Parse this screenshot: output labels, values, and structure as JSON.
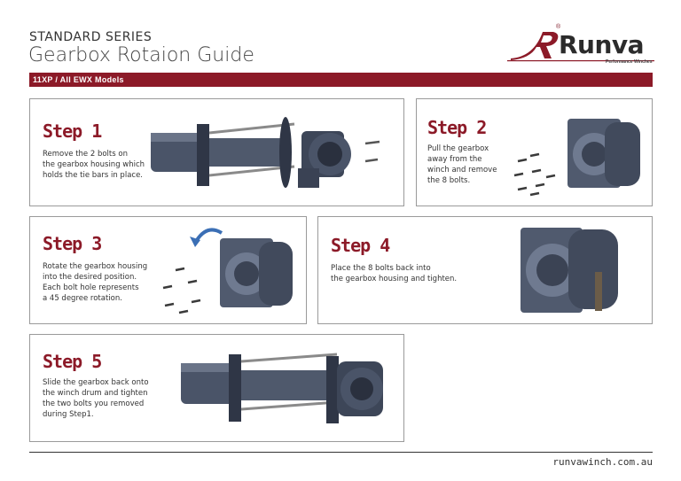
{
  "header": {
    "series": "STANDARD SERIES",
    "title": "Gearbox Rotaion Guide",
    "banner": "11XP  /  All EWX Models"
  },
  "logo": {
    "brand": "Runva",
    "tagline": "Performance Winches",
    "registered": "®",
    "brand_color": "#8c1a28"
  },
  "steps": [
    {
      "title": "Step 1",
      "text": "Remove the 2 bolts on\nthe gearbox housing which\nholds the tie bars in place.",
      "icon": "winch-disassembled-illustration"
    },
    {
      "title": "Step 2",
      "text": "Pull the gearbox\naway from the\nwinch and remove\nthe 8 bolts.",
      "icon": "gearbox-with-bolts-illustration"
    },
    {
      "title": "Step 3",
      "text": "Rotate the gearbox housing\ninto the desired position.\nEach bolt hole represents\na 45 degree rotation.",
      "icon": "gearbox-rotation-illustration"
    },
    {
      "title": "Step 4",
      "text": "Place the 8 bolts back into\nthe gearbox housing and tighten.",
      "icon": "gearbox-housing-illustration"
    },
    {
      "title": "Step 5",
      "text": "Slide the gearbox back onto\nthe winch drum and tighten\nthe two bolts you removed\nduring Step1.",
      "icon": "winch-assembled-illustration"
    }
  ],
  "footer": {
    "url": "runvawinch.com.au"
  }
}
